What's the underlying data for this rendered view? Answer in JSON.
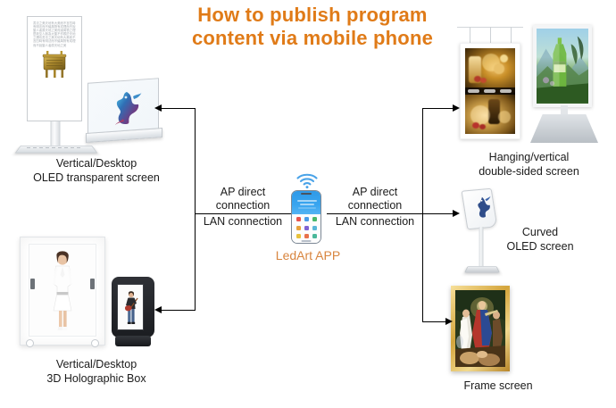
{
  "title": {
    "line1": "How to publish program",
    "line2": "content via mobile phone",
    "color": "#E07B18"
  },
  "center": {
    "app_label": "LedArt APP",
    "app_label_color": "#D8853F",
    "device_icon": "smartphone-icon",
    "wifi_icon": "wifi-icon"
  },
  "connections": {
    "left": {
      "primary": "AP direct",
      "primary_cont": "connection",
      "secondary": "LAN connection"
    },
    "right": {
      "primary": "AP direct",
      "primary_cont": "connection",
      "secondary": "LAN connection"
    }
  },
  "products": {
    "left": [
      {
        "id": "vertical-desktop-oled-transparent-screen",
        "caption_line1": "Vertical/Desktop",
        "caption_line2": "OLED transparent screen"
      },
      {
        "id": "vertical-desktop-3d-holographic-box",
        "caption_line1": "Vertical/Desktop",
        "caption_line2": "3D Holographic Box"
      }
    ],
    "right": [
      {
        "id": "hanging-vertical-double-sided-screen",
        "caption_line1": "Hanging/vertical",
        "caption_line2": "double-sided screen"
      },
      {
        "id": "curved-oled-screen",
        "caption_line1": "Curved",
        "caption_line2": "OLED screen"
      },
      {
        "id": "frame-screen",
        "caption_line1": "Frame screen",
        "caption_line2": ""
      }
    ]
  }
}
